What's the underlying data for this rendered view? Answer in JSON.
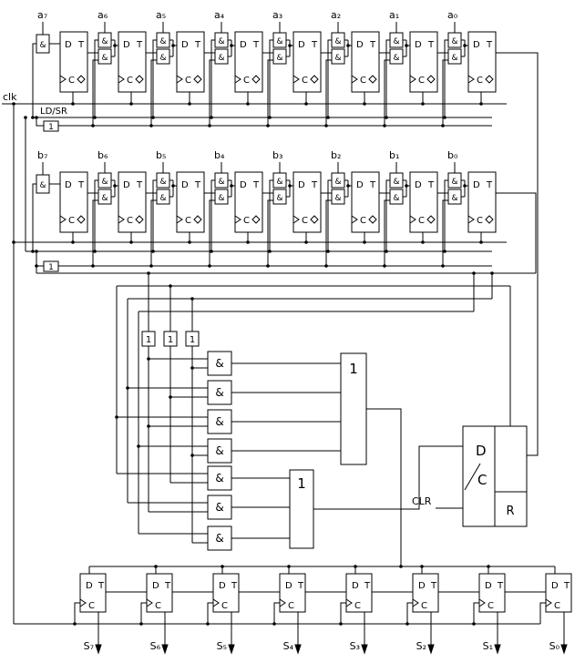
{
  "signals": {
    "clk": "clk",
    "ldsr": "LD/SR",
    "clr": "CLR"
  },
  "registers": {
    "a_labels": [
      "a₇",
      "a₆",
      "a₅",
      "a₄",
      "a₃",
      "a₂",
      "a₁",
      "a₀"
    ],
    "b_labels": [
      "b₇",
      "b₆",
      "b₅",
      "b₄",
      "b₃",
      "b₂",
      "b₁",
      "b₀"
    ]
  },
  "outputs": {
    "s_labels": [
      "S₇",
      "S₆",
      "S₅",
      "S₄",
      "S₃",
      "S₂",
      "S₁",
      "S₀"
    ]
  },
  "gates": {
    "and": "&",
    "or": "1",
    "buffer": "1",
    "inverter": "1"
  },
  "flipflop": {
    "d": "D",
    "t": "T",
    "c": "C",
    "r": "R"
  },
  "colors": {
    "line": "#000000",
    "bg": "#ffffff"
  }
}
